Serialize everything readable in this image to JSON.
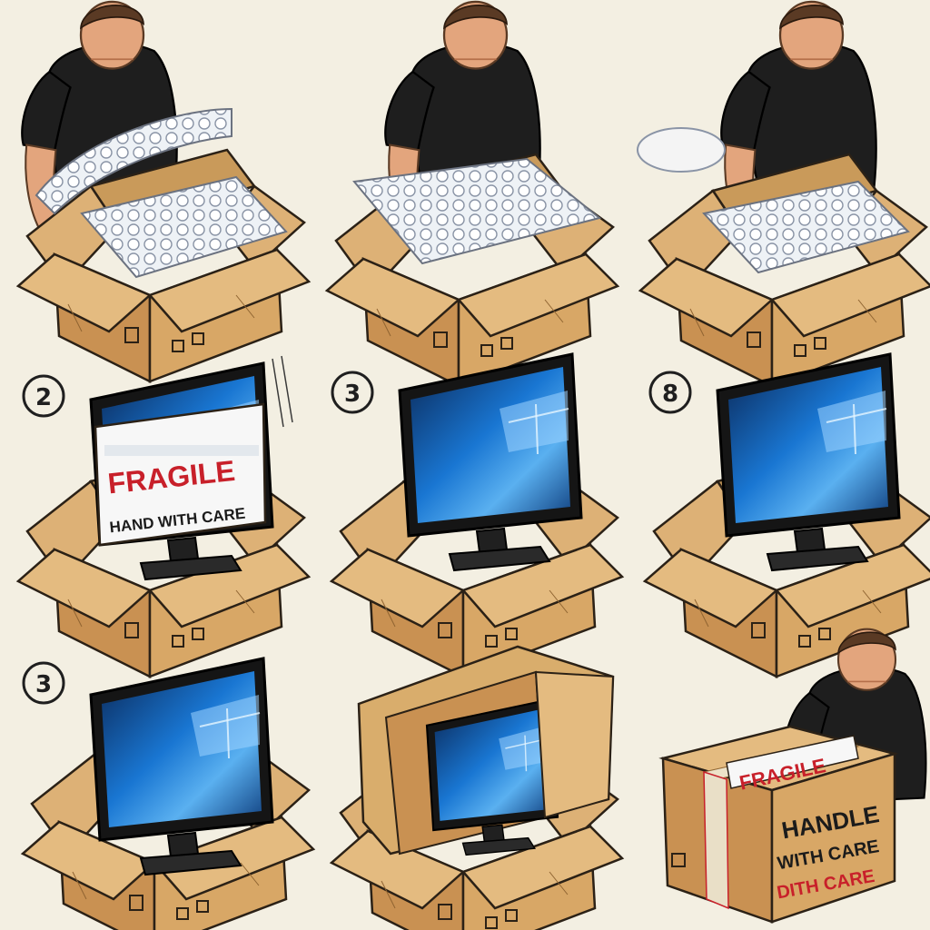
{
  "panels": [
    {
      "id": "p1",
      "number": "",
      "scene": "box-bubble-wrap-lay"
    },
    {
      "id": "p2",
      "number": "",
      "scene": "box-bubble-wrap-fold"
    },
    {
      "id": "p3",
      "number": "",
      "scene": "box-bubble-wrap-finish"
    },
    {
      "id": "p4",
      "number": "2",
      "scene": "monitor-with-fragile-label",
      "label": {
        "title": "FRAGILE",
        "subtitle": "HAND WITH CARE"
      }
    },
    {
      "id": "p5",
      "number": "3",
      "scene": "monitor-in-box"
    },
    {
      "id": "p6",
      "number": "8",
      "scene": "monitor-in-box"
    },
    {
      "id": "p7",
      "number": "3",
      "scene": "monitor-in-box"
    },
    {
      "id": "p8",
      "number": "",
      "scene": "monitor-in-cardboard-sleeve"
    },
    {
      "id": "p9",
      "number": "",
      "scene": "sealed-box-taping",
      "label": {
        "title": "FRAGILE",
        "line1": "HANDLE",
        "line2": "WITH CARE",
        "line3": "DITH CARE"
      }
    }
  ],
  "colors": {
    "background": "#f3efe2",
    "cardboard": "#d9ad6c",
    "cardboard_dark": "#b9854a",
    "outline": "#2b2116",
    "shirt": "#1e1e1e",
    "skin": "#e3a57d",
    "hair": "#5a3a24",
    "screen": "#1565c0",
    "fragile_red": "#c8202a"
  }
}
